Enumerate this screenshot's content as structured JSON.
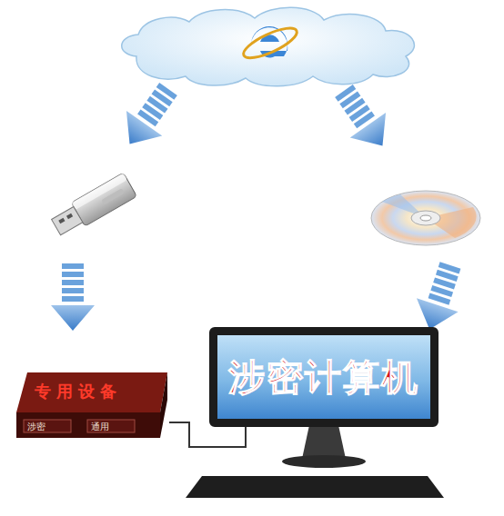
{
  "diagram": {
    "nodes": [
      {
        "text": [
          "涉密计算机"
        ]
      },
      {
        "text": [
          "专用设备",
          "涉密",
          "通用"
        ]
      }
    ],
    "edges": [
      {
        "from": 1,
        "to": 0,
        "arrow": "none"
      }
    ]
  }
}
